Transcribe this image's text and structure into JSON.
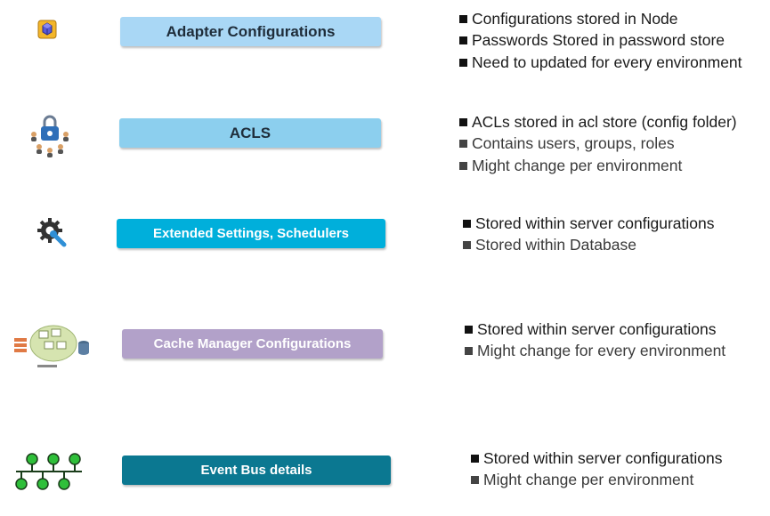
{
  "rows": [
    {
      "icon": "cube-icon",
      "label": "Adapter Configurations",
      "color": "#a9d7f5",
      "text_color": "#1f2d3a",
      "bullets": [
        "Configurations stored in Node",
        "Passwords Stored in password store",
        "Need to updated for every environment"
      ]
    },
    {
      "icon": "users-lock-icon",
      "label": "ACLS",
      "color": "#8ccfee",
      "text_color": "#1f2d3a",
      "bullets": [
        "ACLs stored in acl store (config folder)",
        "Contains users, groups, roles",
        "Might change per environment"
      ]
    },
    {
      "icon": "gear-wrench-icon",
      "label": "Extended Settings, Schedulers",
      "color": "#00afdb",
      "text_color": "#ffffff",
      "bullets": [
        "Stored within server configurations",
        "Stored within Database"
      ]
    },
    {
      "icon": "data-cloud-icon",
      "label": "Cache Manager Configurations",
      "color": "#b2a1c9",
      "text_color": "#ffffff",
      "bullets": [
        "Stored within server configurations",
        "Might change for every environment"
      ]
    },
    {
      "icon": "network-bus-icon",
      "label": "Event Bus details",
      "color": "#0b7891",
      "text_color": "#ffffff",
      "bullets": [
        "Stored within server configurations",
        "Might change per environment"
      ]
    }
  ]
}
